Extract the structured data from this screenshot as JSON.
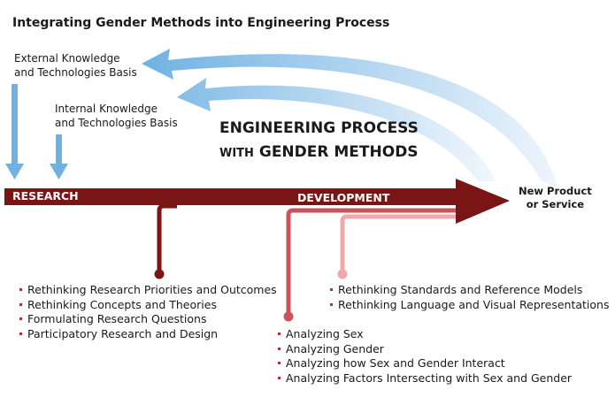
{
  "title": "Integrating Gender Methods into Engineering Process",
  "external": [
    "External Knowledge",
    "and Technologies Basis"
  ],
  "internal": [
    "Internal Knowledge",
    "and Technologies Basis"
  ],
  "heading": {
    "line1": "ENGINEERING PROCESS",
    "with": "WITH",
    "line2": "GENDER METHODS"
  },
  "research": "RESEARCH",
  "development": "DEVELOPMENT",
  "outcome": [
    "New Product",
    "or Service"
  ],
  "research_items": [
    "Rethinking Research Priorities and Outcomes",
    "Rethinking Concepts and Theories",
    "Formulating Research Questions",
    "Participatory Research and Design"
  ],
  "analysis_items": [
    "Analyzing Sex",
    "Analyzing Gender",
    "Analyzing how Sex and Gender Interact",
    "Analyzing Factors Intersecting with Sex and Gender"
  ],
  "standards_items": [
    "Rethinking Standards and Reference Models",
    "Rethinking Language and Visual Representations"
  ],
  "colors": {
    "dark": "#7a1516",
    "mid": "#c9555a",
    "light": "#f0a9ab",
    "blue": "#6fb1e3"
  }
}
